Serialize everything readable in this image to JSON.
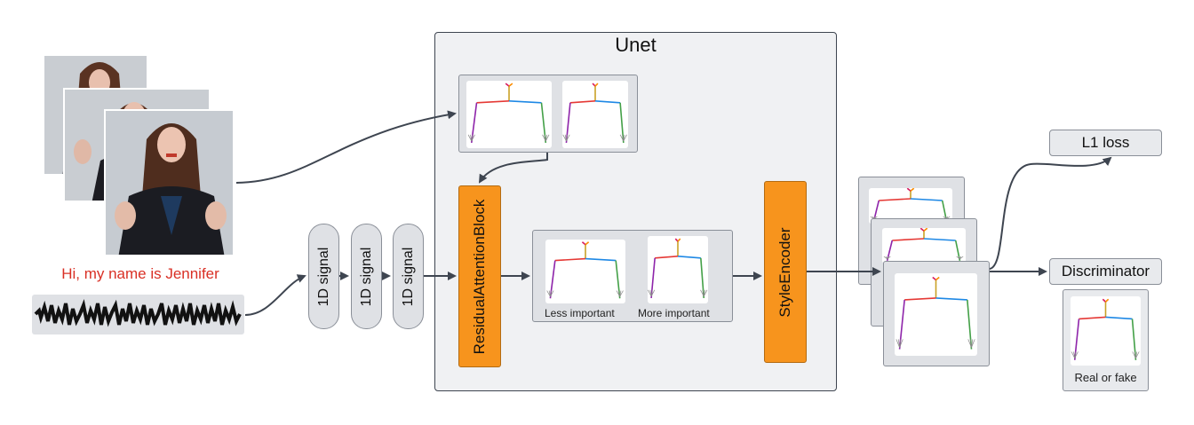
{
  "unet": {
    "title": "Unet"
  },
  "blocks": {
    "residual": "ResidualAttentionBlock",
    "style_encoder": "StyleEncoder",
    "signals": [
      "1D signal",
      "1D signal",
      "1D signal"
    ]
  },
  "attention": {
    "less": "Less important",
    "more": "More important"
  },
  "input": {
    "caption": "Hi, my name is Jennifer"
  },
  "outputs": {
    "l1_loss": "L1 loss",
    "discriminator": "Discriminator",
    "real_or_fake": "Real or fake"
  },
  "colors": {
    "orange": "#f7941d",
    "caption_red": "#d93025",
    "arrow": "#3e4550"
  }
}
